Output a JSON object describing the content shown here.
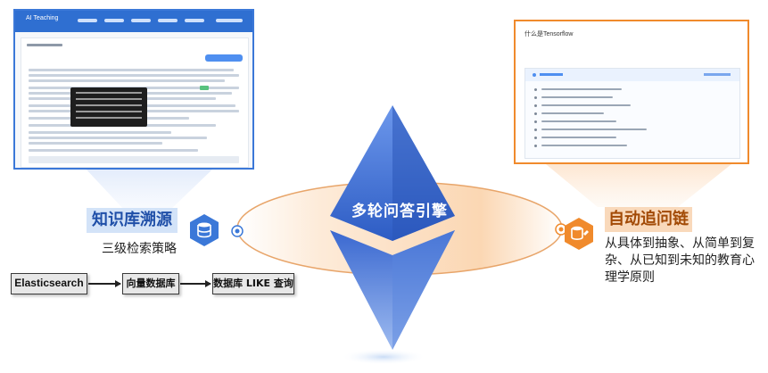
{
  "left_card": {
    "brand": "AI Teaching",
    "accent": "#2f6fd1",
    "border": "#3b78d8"
  },
  "right_card": {
    "title": "什么是Tensorflow",
    "border": "#f08a2c"
  },
  "center": {
    "label": "多轮问答引擎",
    "crystal_color": "#3f70d6"
  },
  "left_feature": {
    "title": "知识库溯源",
    "subtitle": "三级检索策略",
    "icon": "database-icon",
    "icon_color": "#3b78d8"
  },
  "right_feature": {
    "title": "自动追问链",
    "description": "从具体到抽象、从简单到复杂、从已知到未知的教育心理学原则",
    "icon": "database-edit-icon",
    "icon_color": "#f08a2c"
  },
  "flow": {
    "steps": [
      "Elasticsearch",
      "向量数据库",
      "数据库 LIKE 查询"
    ]
  }
}
